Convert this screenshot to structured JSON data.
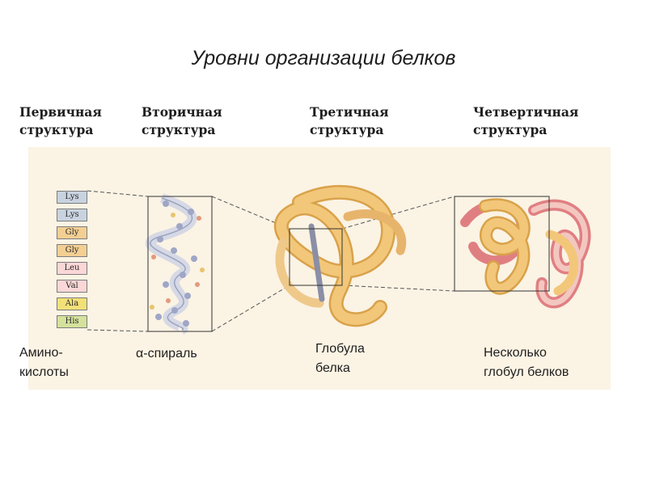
{
  "title": "Уровни организации белков",
  "headings": {
    "primary": [
      "Первичная",
      "структура"
    ],
    "secondary": [
      "Вторичная",
      "структура"
    ],
    "tertiary": [
      "Третичная",
      "структура"
    ],
    "quaternary": [
      "Четвертичная",
      "структура"
    ]
  },
  "amino_acids": [
    {
      "label": "Lys",
      "color": "#c9d3e0"
    },
    {
      "label": "Lys",
      "color": "#c9d3e0"
    },
    {
      "label": "Gly",
      "color": "#f3cf93"
    },
    {
      "label": "Gly",
      "color": "#f3cf93"
    },
    {
      "label": "Leu",
      "color": "#fbd7d7"
    },
    {
      "label": "Val",
      "color": "#fbd7d7"
    },
    {
      "label": "Ala",
      "color": "#f2e078"
    },
    {
      "label": "His",
      "color": "#d4e29c"
    }
  ],
  "captions": {
    "amino": [
      "Амино-",
      "кислоты"
    ],
    "helix": "α-спираль",
    "globule": [
      "Глобула",
      "белка"
    ],
    "several": [
      "Несколько",
      "глобул белков"
    ]
  },
  "colors": {
    "panel": "#fbf3e4",
    "ribbon": "#f2c77a",
    "ribbon_dark": "#d9a24a",
    "ribbon_red": "#e07f82"
  }
}
